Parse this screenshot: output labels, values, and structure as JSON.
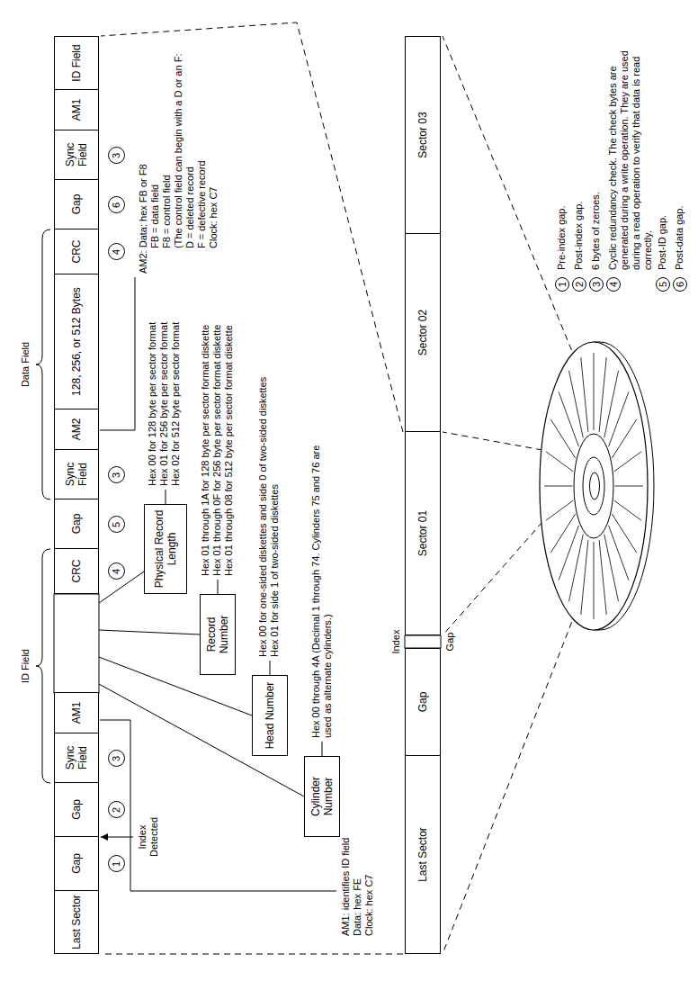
{
  "diagram": {
    "nodes": [
      {
        "text": [
          "Last Sector"
        ]
      },
      {
        "text": [
          "Gap"
        ]
      },
      {
        "text": [
          "Gap"
        ]
      },
      {
        "text": [
          "Sync Field"
        ]
      },
      {
        "text": [
          "AM1"
        ]
      },
      {
        "text": [
          "CRC"
        ]
      },
      {
        "text": [
          "Gap"
        ]
      },
      {
        "text": [
          "Sync Field"
        ]
      },
      {
        "text": [
          "AM2"
        ]
      },
      {
        "text": [
          "128, 256, or 512 Bytes"
        ]
      },
      {
        "text": [
          "CRC"
        ]
      },
      {
        "text": [
          "Gap"
        ]
      },
      {
        "text": [
          "Sync Field"
        ]
      },
      {
        "text": [
          "AM1"
        ]
      },
      {
        "text": [
          "ID Field"
        ]
      },
      {
        "text": [
          "Cylinder Number"
        ]
      },
      {
        "text": [
          "Head Number"
        ]
      },
      {
        "text": [
          "Record Number"
        ]
      },
      {
        "text": [
          "Physical Record Length"
        ]
      },
      {
        "text": [
          "Last Sector"
        ]
      },
      {
        "text": [
          "Gap"
        ]
      },
      {
        "text": [
          "Sector 01"
        ]
      },
      {
        "text": [
          "Sector 02"
        ]
      },
      {
        "text": [
          "Sector 03"
        ]
      }
    ],
    "labels": [
      "ID Field",
      "Data Field",
      "1",
      "2",
      "3",
      "4",
      "5",
      "3",
      "4",
      "6",
      "3",
      "Index Detected",
      "Hex 00 for 128 byte per sector format",
      "Hex 01 for 256 byte per sector format",
      "Hex 02 for 512 byte per sector format",
      "Hex 01 through 1A for 128 byte per sector format diskette",
      "Hex 01 through 0F for 256 byte per sector format diskette",
      "Hex 01 through 08 for 512 byte per sector format diskette",
      "Hex 00 for one-sided diskettes and side 0 of two-sided diskettes",
      "Hex 01 for side 1 of two-sided diskettes",
      "Hex 00 through 4A (Decimal 1 through 74. Cylinders 75 and 76 are used as alternate cylinders.)",
      "AM2: Data: hex FB or F8",
      "FB = data field",
      "F8 = control field",
      "(The control field can begin with a D or an F:",
      "D = deleted record",
      "F = defective record",
      "Clock: hex C7",
      "AM1: identifies ID field",
      "Data: hex FE",
      "Clock: hex C7",
      "Index",
      "Gap",
      "1",
      "Pre-index gap.",
      "2",
      "Post-index gap.",
      "3",
      "6 bytes of zeroes.",
      "4",
      "Cyclic redundancy check. The check bytes are generated during a write operation. They are used during a read operation to verify that data is read correctly.",
      "5",
      "Post-ID gap.",
      "6",
      "Post-data gap."
    ]
  }
}
